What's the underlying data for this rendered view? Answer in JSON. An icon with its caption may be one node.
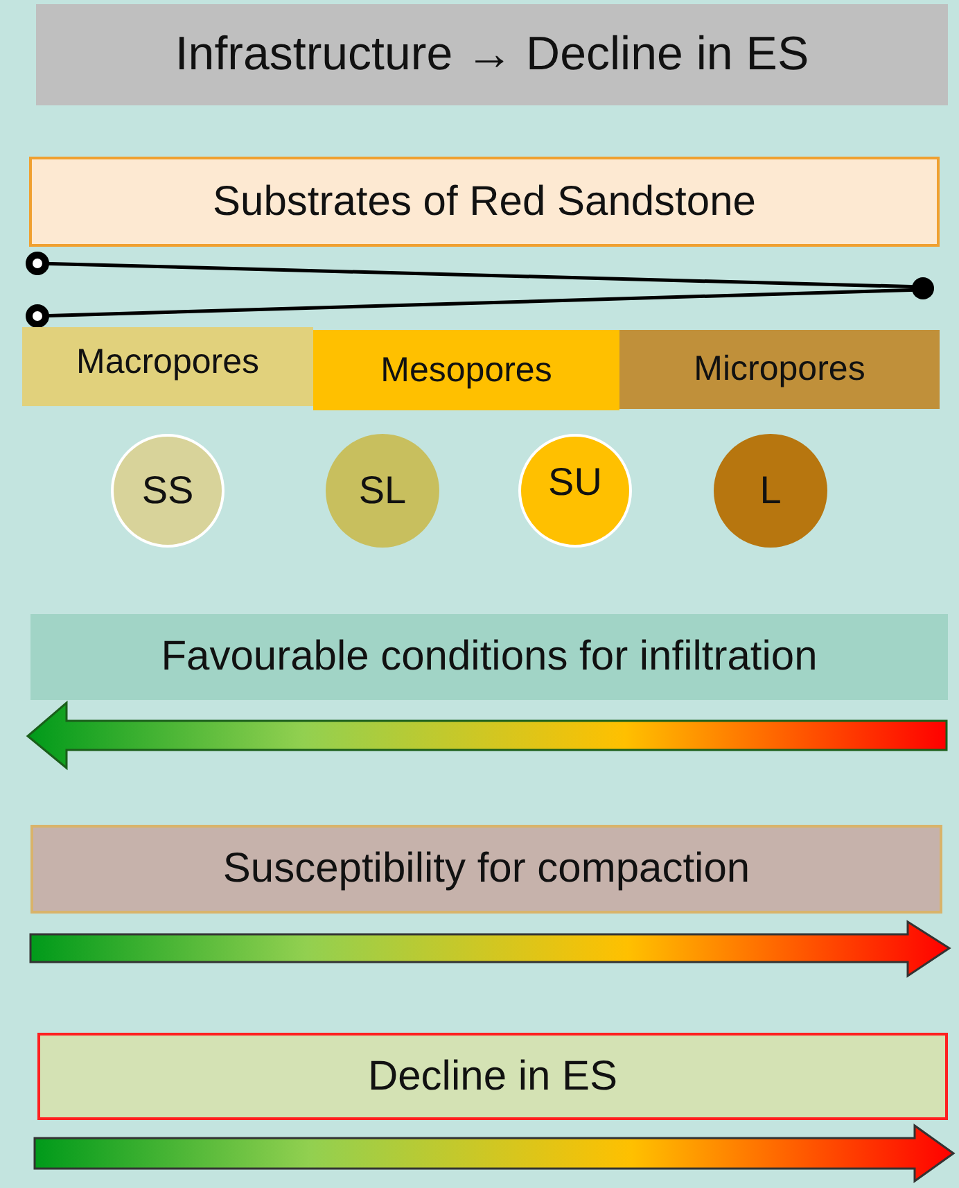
{
  "diagram": {
    "title": "Infrastructure → Decline in ES",
    "nodes": [
      {
        "text": [
          "Substrates of Red Sandstone"
        ]
      },
      {
        "text": [
          "Macropores"
        ]
      },
      {
        "text": [
          "Mesopores"
        ]
      },
      {
        "text": [
          "Micropores"
        ]
      },
      {
        "text": [
          "SS"
        ]
      },
      {
        "text": [
          "SL"
        ]
      },
      {
        "text": [
          "SU"
        ]
      },
      {
        "text": [
          "L"
        ]
      },
      {
        "text": [
          "Favourable conditions for infiltration"
        ]
      },
      {
        "text": [
          "Susceptibility for compaction"
        ]
      },
      {
        "text": [
          "Decline in ES"
        ]
      }
    ]
  }
}
